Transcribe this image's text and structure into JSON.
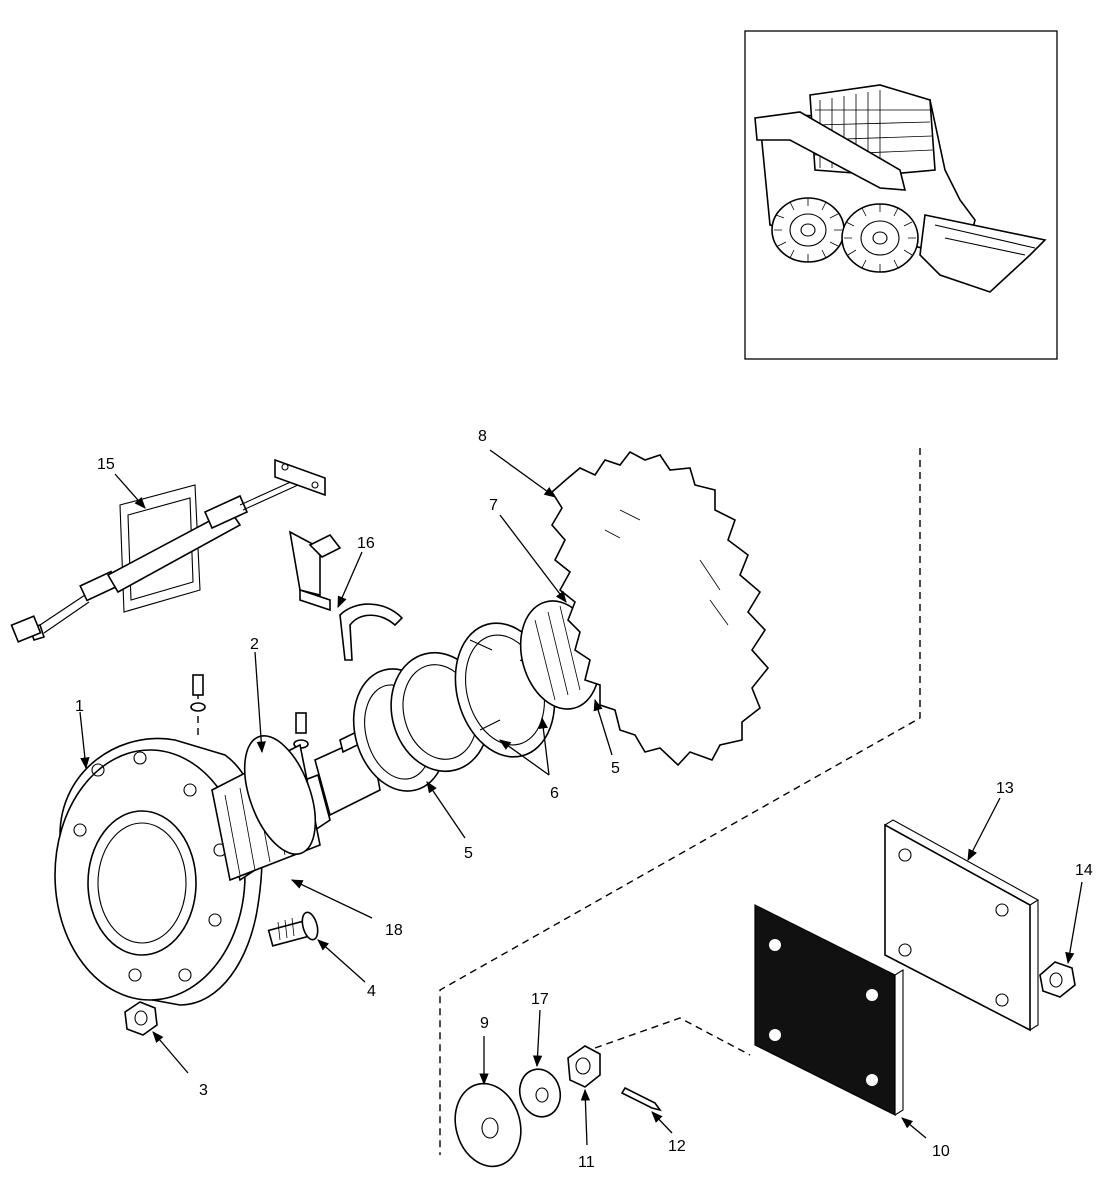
{
  "callouts": {
    "c1": "1",
    "c2": "2",
    "c3": "3",
    "c4": "4",
    "c5a": "5",
    "c5b": "5",
    "c6": "6",
    "c7": "7",
    "c8": "8",
    "c9": "9",
    "c10": "10",
    "c11": "11",
    "c12": "12",
    "c13": "13",
    "c14": "14",
    "c15": "15",
    "c16": "16",
    "c17": "17",
    "c18": "18"
  },
  "icons": {
    "inset": "skid-steer-loader-icon"
  }
}
